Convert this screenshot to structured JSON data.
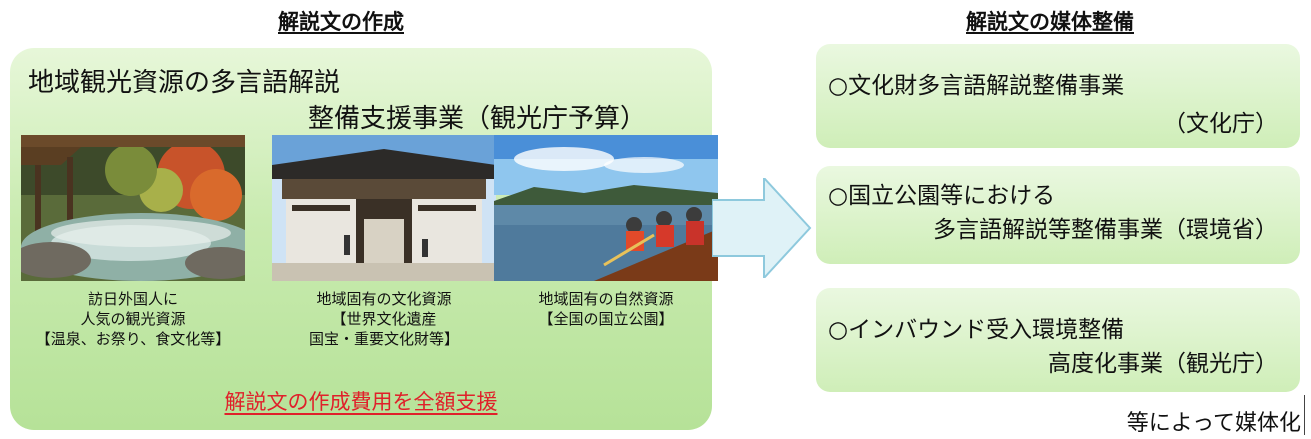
{
  "left": {
    "heading": "解説文の作成",
    "title_line1": "地域観光資源の多言語解説",
    "title_line2": "整備支援事業（観光庁予算）",
    "photos": [
      {
        "icon": "onsen-photo",
        "caption_lines": [
          "訪日外国人に",
          "人気の観光資源",
          "【温泉、お祭り、食文化等】"
        ]
      },
      {
        "icon": "temple-gate-photo",
        "caption_lines": [
          "地域固有の文化資源",
          "【世界文化遺産",
          "国宝・重要文化財等】"
        ]
      },
      {
        "icon": "lake-canoe-photo",
        "caption_lines": [
          "地域固有の自然資源",
          "【全国の国立公園】"
        ]
      }
    ],
    "funding_text": "解説文の作成費用を全額支援"
  },
  "right": {
    "heading": "解説文の媒体整備",
    "boxes": [
      {
        "line1": "○文化財多言語解説整備事業",
        "line2": "（文化庁）"
      },
      {
        "line1": "○国立公園等における",
        "line2": "多言語解説等整備事業（環境省）"
      },
      {
        "line1": "○インバウンド受入環境整備",
        "line2": "高度化事業（観光庁）"
      }
    ],
    "footer_note": "等によって媒体化"
  },
  "colors": {
    "panel_green": "#c9ebb0",
    "arrow_blue": "#dff2f7",
    "funding_red": "#e0202a"
  }
}
